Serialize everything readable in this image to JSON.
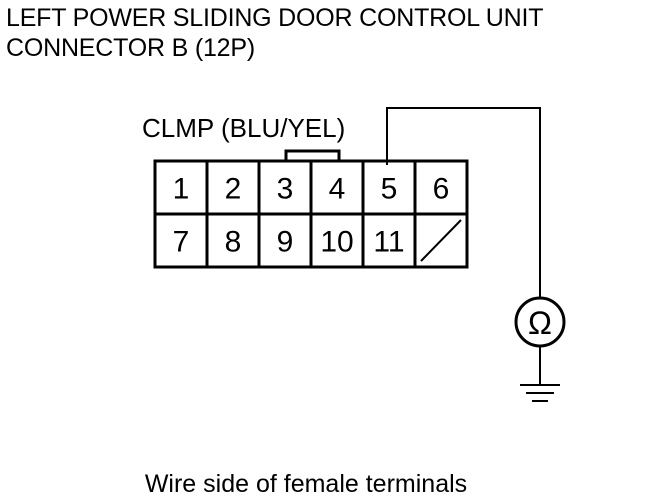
{
  "title": {
    "line1": "LEFT POWER SLIDING DOOR CONTROL UNIT",
    "line2": "CONNECTOR B (12P)"
  },
  "wire_label": "CLMP (BLU/YEL)",
  "connector": {
    "rows": [
      [
        "1",
        "2",
        "3",
        "4",
        "5",
        "6"
      ],
      [
        "7",
        "8",
        "9",
        "10",
        "11",
        ""
      ]
    ],
    "probed_terminal": "5",
    "empty_cavity": "12"
  },
  "meter_symbol": "Ω",
  "caption": "Wire side of female terminals"
}
